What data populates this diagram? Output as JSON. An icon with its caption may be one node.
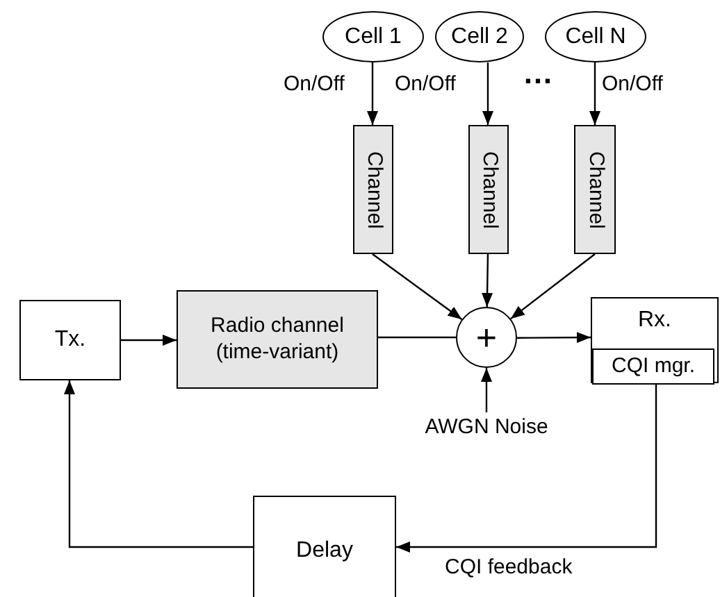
{
  "diagram": {
    "nodes": [
      {
        "text": [
          "Cell 1"
        ]
      },
      {
        "text": [
          "Cell 2"
        ]
      },
      {
        "text": [
          "Cell N"
        ]
      },
      {
        "text": [
          "Channel"
        ]
      },
      {
        "text": [
          "Channel"
        ]
      },
      {
        "text": [
          "Channel"
        ]
      },
      {
        "text": [
          "Tx."
        ]
      },
      {
        "text": [
          "Radio channel (time-variant)"
        ]
      },
      {
        "text": [
          "+"
        ]
      },
      {
        "text": [
          "Rx."
        ]
      },
      {
        "text": [
          "CQI mgr."
        ],
        "in": 9
      },
      {
        "text": [
          "AWGN Noise"
        ]
      },
      {
        "text": [
          "Delay"
        ]
      }
    ],
    "edges": [
      {
        "from": 0,
        "to": 3,
        "arrow": "to",
        "label": "On/Off"
      },
      {
        "from": 1,
        "to": 4,
        "arrow": "to",
        "label": "On/Off"
      },
      {
        "from": 2,
        "to": 5,
        "arrow": "to",
        "label": "On/Off"
      },
      {
        "from": 3,
        "to": 8,
        "arrow": "to"
      },
      {
        "from": 4,
        "to": 8,
        "arrow": "to"
      },
      {
        "from": 5,
        "to": 8,
        "arrow": "to"
      },
      {
        "from": 6,
        "to": 7,
        "arrow": "to"
      },
      {
        "from": 7,
        "to": 8,
        "arrow": "none"
      },
      {
        "from": 8,
        "to": 9,
        "arrow": "to"
      },
      {
        "from": 11,
        "to": 8,
        "arrow": "to"
      },
      {
        "from": 10,
        "to": 12,
        "arrow": "to",
        "label": "CQI feedback"
      },
      {
        "from": 12,
        "to": 6,
        "arrow": "to"
      }
    ],
    "labels": [
      "…"
    ]
  }
}
